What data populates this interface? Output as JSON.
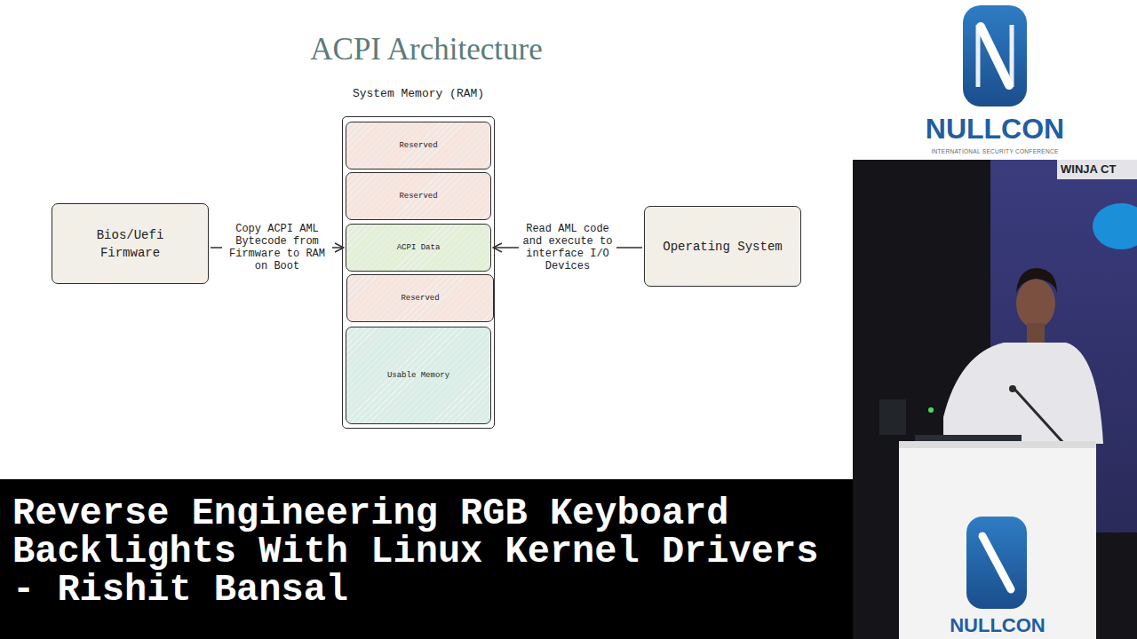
{
  "diagram": {
    "title": "ACPI Architecture",
    "caption": "Reverse Engineering RGB Keyboard Backlights With Linux Kernel Drivers - Rishit Bansal",
    "nodes": [
      {
        "text": [
          "Bios/Uefi Firmware"
        ]
      },
      {
        "text": [
          "System Memory (RAM)"
        ]
      },
      {
        "text": [
          "Reserved"
        ],
        "in": 1
      },
      {
        "text": [
          "Reserved"
        ],
        "in": 1
      },
      {
        "text": [
          "ACPI Data"
        ],
        "in": 1
      },
      {
        "text": [
          "Reserved"
        ],
        "in": 1
      },
      {
        "text": [
          "Usable Memory"
        ],
        "in": 1
      },
      {
        "text": [
          "Operating System"
        ]
      }
    ],
    "edges": [
      {
        "from": 0,
        "to": 4,
        "arrow": "to",
        "label": "Copy ACPI AML Bytecode from Firmware to RAM on Boot"
      },
      {
        "from": 7,
        "to": 4,
        "arrow": "to",
        "label": "Read AML code and execute to interface I/O Devices"
      }
    ],
    "labels": [
      "NULLCON",
      "INTERNATIONAL SECURITY CONFERENCE",
      "WINJA CT",
      "NULLCON"
    ]
  }
}
